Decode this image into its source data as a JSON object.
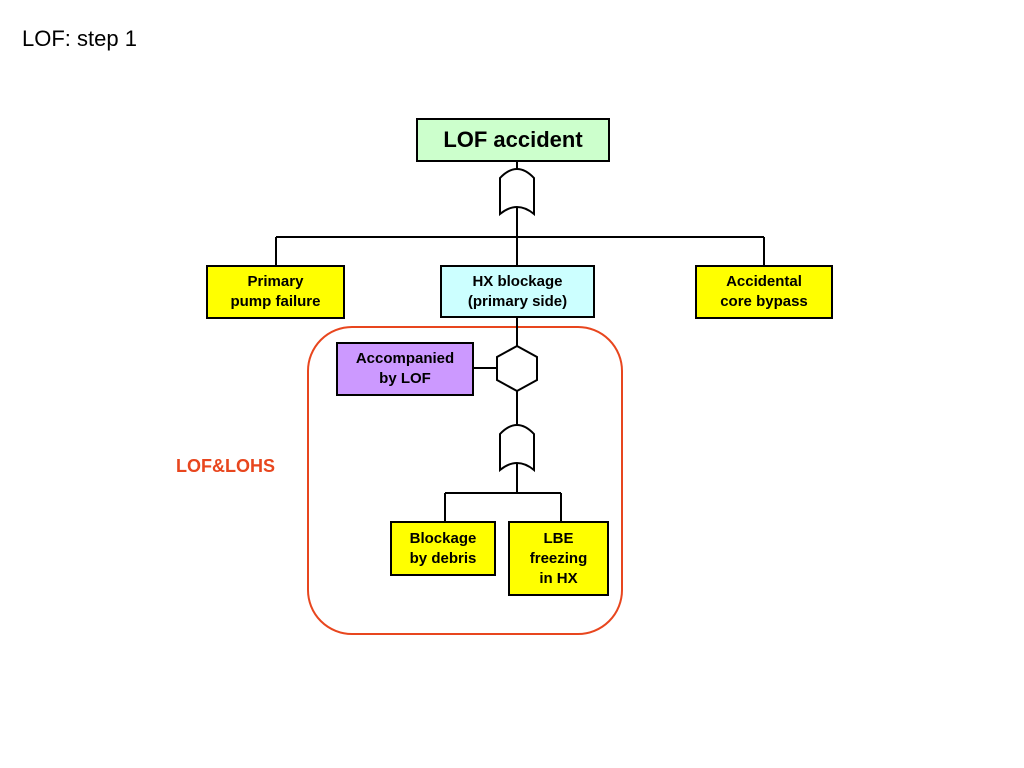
{
  "slide": {
    "title": "LOF: step 1"
  },
  "events": {
    "top": "LOF accident",
    "pump": "Primary\npump  failure",
    "hx": "HX blockage\n(primary side)",
    "bypass": "Accidental\ncore bypass",
    "condition": "Accompanied\nby LOF",
    "debris": "Blockage\nby debris",
    "freezing": "LBE\nfreezing\nin HX"
  },
  "group": {
    "label": "LOF&LOHS"
  },
  "colors": {
    "top": "#ccffcc",
    "basic": "#ffff00",
    "hx": "#ccffff",
    "condition": "#cc99ff",
    "group_border": "#e8461e"
  },
  "gates": [
    "or-gate",
    "inhibit-gate",
    "or-gate"
  ]
}
